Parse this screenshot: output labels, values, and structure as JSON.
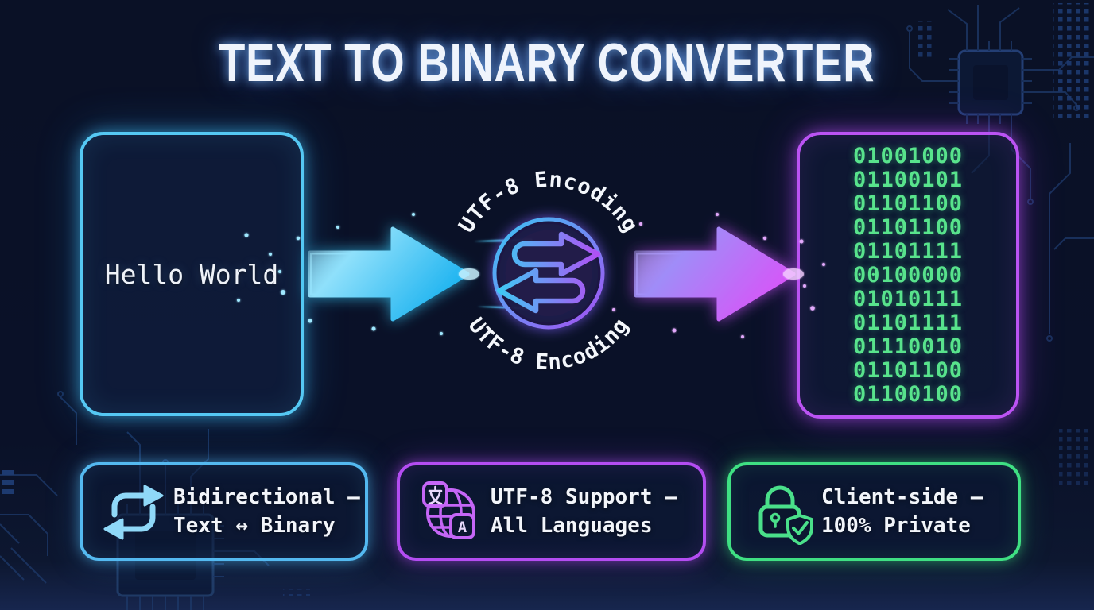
{
  "title": "TEXT TO BINARY CONVERTER",
  "input_box": {
    "text": "Hello World"
  },
  "converter": {
    "label_top": "UTF-8 Encoding",
    "label_bottom": "UTF-8 Encoding"
  },
  "output_box": {
    "lines": [
      "01001000",
      "01100101",
      "01101100",
      "01101100",
      "01101111",
      "00100000",
      "01010111",
      "01101111",
      "01110010",
      "01101100",
      "01100100"
    ]
  },
  "badges": [
    {
      "icon": "bidirectional-arrows-icon",
      "line1": "Bidirectional —",
      "line2": "Text ↔ Binary",
      "accent": "#54b9f0"
    },
    {
      "icon": "globe-translate-icon",
      "line1": "UTF-8 Support —",
      "line2": "All Languages",
      "accent": "#b44df2"
    },
    {
      "icon": "lock-shield-icon",
      "line1": "Client-side —",
      "line2": "100% Private",
      "accent": "#3fe083"
    }
  ],
  "glyphs": {
    "translate_a": "A"
  },
  "colors": {
    "background": "#0a1128",
    "title_text": "#eff4fc",
    "input_border": "#55c8f3",
    "output_border": "#bb53f3",
    "binary_text": "#58e38c",
    "arrow_cyan": "#2fb9ef",
    "arrow_purple": "#cd55f6"
  }
}
